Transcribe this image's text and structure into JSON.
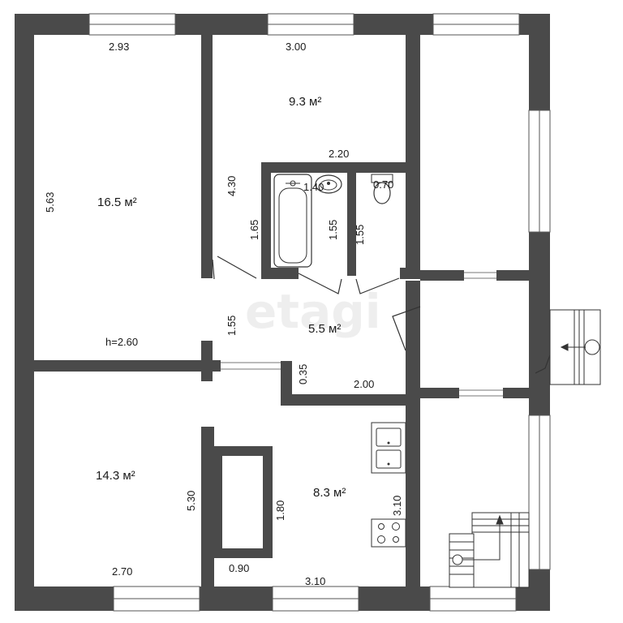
{
  "plan": {
    "watermark": "etagi",
    "ceiling_height": "h=2.60",
    "rooms": [
      {
        "id": "room-1",
        "area": "16.5 м²",
        "width": "2.93",
        "length": "5.63"
      },
      {
        "id": "room-2",
        "area": "9.3 м²",
        "width": "3.00",
        "length": "4.30"
      },
      {
        "id": "hall",
        "area": "5.5 м²",
        "width": "2.00",
        "length": "1.55",
        "offset": "0.35"
      },
      {
        "id": "room-3",
        "area": "14.3 м²",
        "width": "2.70",
        "length": "5.30"
      },
      {
        "id": "kitchen",
        "area": "8.3 м²",
        "width": "3.10",
        "length": "3.10",
        "stove_width": "0.90",
        "stove_length": "1.80"
      }
    ],
    "bathroom": {
      "corridor_width": "2.20",
      "bath_width": "1.40",
      "bath_length": "1.65",
      "sink_length": "1.55"
    },
    "toilet": {
      "width": "0.70",
      "length": "1.55"
    }
  }
}
